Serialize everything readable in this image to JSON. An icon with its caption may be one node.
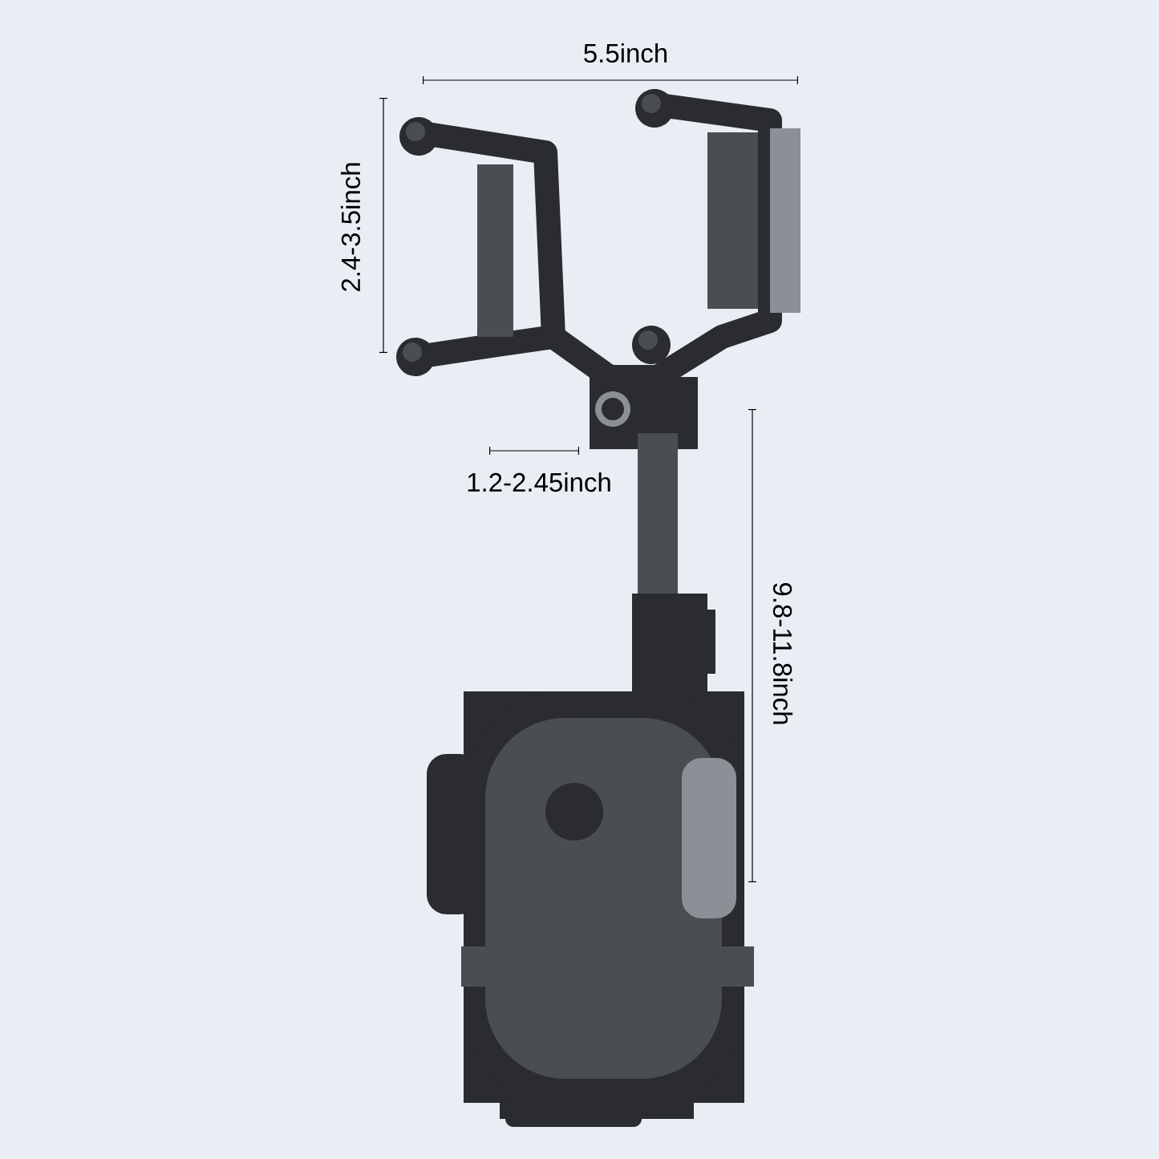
{
  "diagram": {
    "labels": [
      "5.5inch",
      "2.4-3.5inch",
      "1.2-2.45inch",
      "9.8-11.8inch"
    ]
  }
}
